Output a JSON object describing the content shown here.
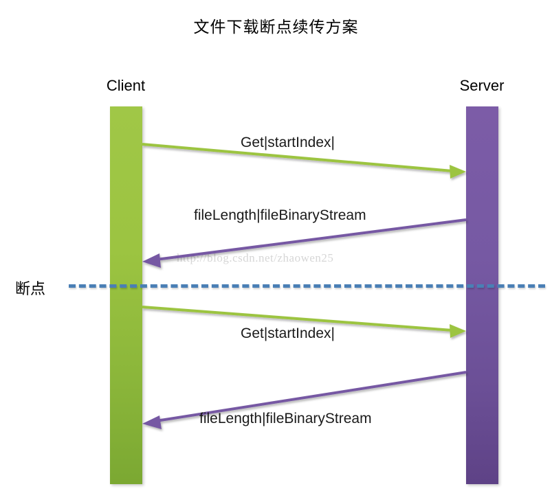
{
  "title": "文件下载断点续传方案",
  "lifelines": [
    {
      "name": "client",
      "label": "Client",
      "color": "#9cc441"
    },
    {
      "name": "server",
      "label": "Server",
      "color": "#7659a3"
    }
  ],
  "messages": [
    {
      "id": "msg-1",
      "label": "Get|startIndex|",
      "from": "client",
      "to": "server",
      "color": "#9cc441"
    },
    {
      "id": "msg-2",
      "label": "fileLength|fileBinaryStream",
      "from": "server",
      "to": "client",
      "color": "#7659a3"
    },
    {
      "id": "msg-3",
      "label": "Get|startIndex|",
      "from": "client",
      "to": "server",
      "color": "#9cc441"
    },
    {
      "id": "msg-4",
      "label": "fileLength|fileBinaryStream",
      "from": "server",
      "to": "client",
      "color": "#7659a3"
    }
  ],
  "breakpoint": {
    "label": "断点",
    "line_color": "#4a7fb5",
    "style": "dashed"
  },
  "watermark": {
    "text": "http://blog.csdn.net/zhaowen25",
    "color": "#d6d6d6"
  }
}
